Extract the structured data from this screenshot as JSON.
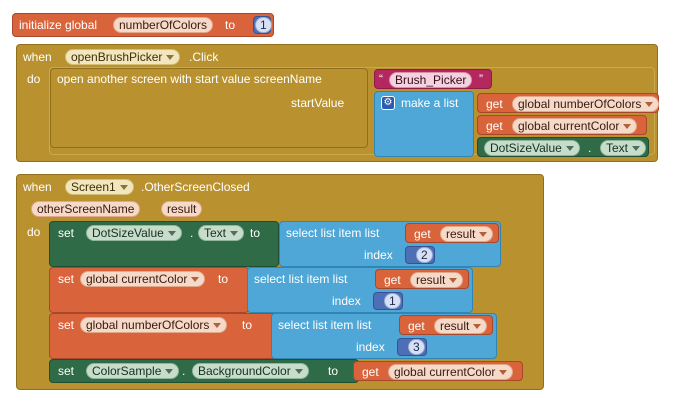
{
  "init": {
    "keyword": "initialize global",
    "var": "numberOfColors",
    "to": "to",
    "value": "1"
  },
  "event1": {
    "when": "when",
    "component": "openBrushPicker",
    "event": ".Click",
    "do": "do",
    "open": "open another screen with start value  screenName",
    "screen_name": "Brush_Picker",
    "start_value": "startValue",
    "make_list": "make a list",
    "items": [
      {
        "get": "get",
        "var": "global numberOfColors"
      },
      {
        "get": "get",
        "var": "global currentColor"
      }
    ],
    "prop": {
      "component": "DotSizeValue",
      "dot": ".",
      "property": "Text"
    }
  },
  "event2": {
    "when": "when",
    "component": "Screen1",
    "event": ".OtherScreenClosed",
    "do": "do",
    "params": [
      "otherScreenName",
      "result"
    ],
    "set1": {
      "set": "set",
      "component": "DotSizeValue",
      "dot": ".",
      "property": "Text",
      "to": "to",
      "select": "select list item  list",
      "get": "get",
      "var": "result",
      "index_label": "index",
      "index": "2"
    },
    "set2": {
      "set": "set",
      "var": "global currentColor",
      "to": "to",
      "select": "select list item  list",
      "get": "get",
      "var2": "result",
      "index_label": "index",
      "index": "1"
    },
    "set3": {
      "set": "set",
      "var": "global numberOfColors",
      "to": "to",
      "select": "select list item  list",
      "get": "get",
      "var2": "result",
      "index_label": "index",
      "index": "3"
    },
    "set4": {
      "set": "set",
      "component": "ColorSample",
      "dot": ".",
      "property": "BackgroundColor",
      "to": "to",
      "get": "get",
      "var": "global currentColor"
    }
  },
  "colors": {
    "variable": "#d9643b",
    "control": "#b9922f",
    "list": "#4ea7d6",
    "text": "#b5275f",
    "component": "#2f6b47",
    "math": "#4c6fb6"
  }
}
